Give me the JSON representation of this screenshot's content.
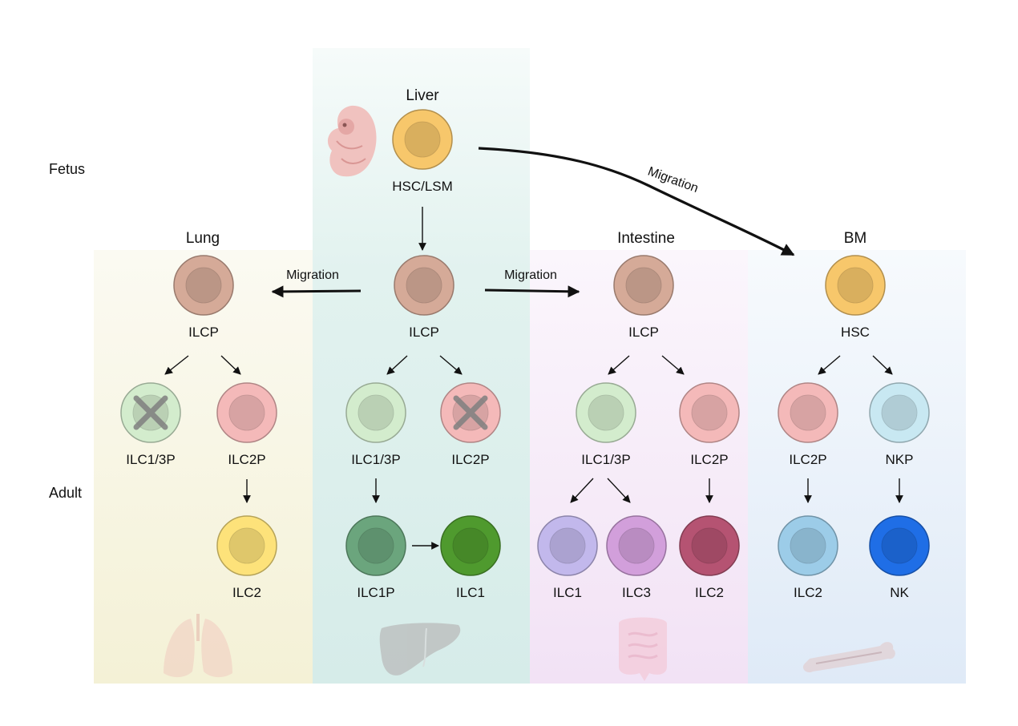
{
  "row_labels": {
    "fetus": "Fetus",
    "adult": "Adult"
  },
  "panels": {
    "liver": {
      "title": "Liver",
      "bg": "#dcefed"
    },
    "lung": {
      "title": "Lung",
      "bg": "#f5f3dc"
    },
    "intestine": {
      "title": "Intestine",
      "bg": "#f4e6f6"
    },
    "bm": {
      "title": "BM",
      "bg": "#e3eef8"
    }
  },
  "migration_label": "Migration",
  "cells": {
    "liver_hsc": {
      "label": "HSC/LSM",
      "color": "#f7c76b"
    },
    "liver_ilcp": {
      "label": "ILCP",
      "color": "#d5aa98"
    },
    "liver_ilc13p": {
      "label": "ILC1/3P",
      "color": "#d3eccd"
    },
    "liver_ilc2p": {
      "label": "ILC2P",
      "color": "#f4b9b9"
    },
    "liver_ilc1p": {
      "label": "ILC1P",
      "color": "#6ba57d"
    },
    "liver_ilc1": {
      "label": "ILC1",
      "color": "#4f9a2e"
    },
    "lung_ilcp": {
      "label": "ILCP",
      "color": "#d5aa98"
    },
    "lung_ilc13p": {
      "label": "ILC1/3P",
      "color": "#d3eccd"
    },
    "lung_ilc2p": {
      "label": "ILC2P",
      "color": "#f4b9b9"
    },
    "lung_ilc2": {
      "label": "ILC2",
      "color": "#fde27a"
    },
    "int_ilcp": {
      "label": "ILCP",
      "color": "#d5aa98"
    },
    "int_ilc13p": {
      "label": "ILC1/3P",
      "color": "#d3eccd"
    },
    "int_ilc2p": {
      "label": "ILC2P",
      "color": "#f4b9b9"
    },
    "int_ilc1": {
      "label": "ILC1",
      "color": "#c2b8ec"
    },
    "int_ilc3": {
      "label": "ILC3",
      "color": "#d29fdb"
    },
    "int_ilc2": {
      "label": "ILC2",
      "color": "#b55372"
    },
    "bm_hsc": {
      "label": "HSC",
      "color": "#f7c76b"
    },
    "bm_ilc2p": {
      "label": "ILC2P",
      "color": "#f4b9b9"
    },
    "bm_nkp": {
      "label": "NKP",
      "color": "#c8e8f2"
    },
    "bm_ilc2": {
      "label": "ILC2",
      "color": "#9ccce8"
    },
    "bm_nk": {
      "label": "NK",
      "color": "#1f6ee6"
    }
  },
  "icons": [
    "embryo-icon",
    "lung-icon",
    "liver-icon",
    "intestine-icon",
    "bone-icon",
    "blocked-cross-icon"
  ]
}
